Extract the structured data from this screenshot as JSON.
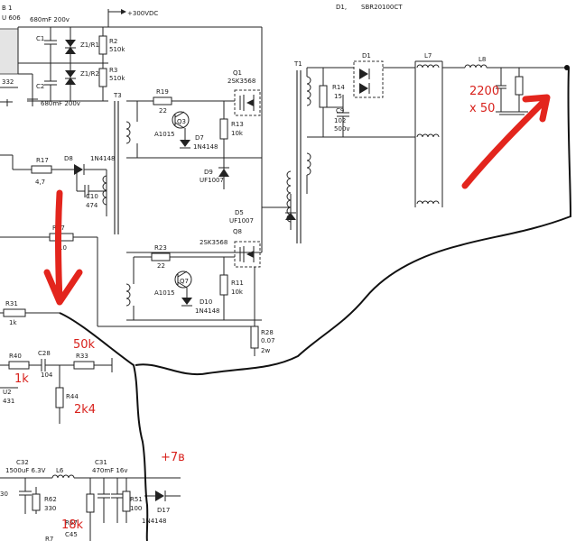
{
  "top_labels": {
    "b1": "B 1",
    "u606": "U 606",
    "v332": "332",
    "cap_680a": "680mF 200v",
    "cap_680b": "680mF 200v",
    "hv": "+300VDC",
    "d1_label": "D1,",
    "d1_part": "SBR20100CT"
  },
  "components": {
    "c1": "C1",
    "c2": "C2",
    "z1": "Z1/R1",
    "z2": "Z1/R2",
    "r2": "R2",
    "r2v": "510k",
    "r3": "R3",
    "r3v": "510k",
    "t3": "T3",
    "r19": "R19",
    "r19v": "22",
    "q3": "Q3",
    "a1015a": "A1015",
    "d7": "D7",
    "d7v": "1N4148",
    "q1": "Q1",
    "q1v": "2SK3568",
    "r13": "R13",
    "r13v": "10k",
    "d9": "D9",
    "d9v": "UF1007",
    "t1": "T1",
    "r14": "R14",
    "r14v": "15",
    "c9": "C9",
    "c9v": "102",
    "c9v2": "500v",
    "d1": "D1",
    "l7": "L7",
    "l8": "L8",
    "r17": "R17",
    "r17v": "4,7",
    "d8": "D8",
    "d8v": "1N4148",
    "c10": "C10",
    "c10v": "474",
    "r27": "R27",
    "r27v": "10",
    "d5": "D5",
    "d5v": "UF1007",
    "q8": "Q8",
    "q8v": "2SK3568",
    "r23": "R23",
    "r23v": "22",
    "q7": "Q7",
    "a1015b": "A1015",
    "r11": "R11",
    "r11v": "10k",
    "d10": "D10",
    "d10v": "1N4148",
    "r31": "R31",
    "r31v": "1k",
    "r28": "R28",
    "r28v": "0.07",
    "r28p": "2w",
    "r40": "R40",
    "c28": "C28",
    "c28v": "104",
    "r33": "R33",
    "u2": "U2",
    "u2v": "431",
    "r44": "R44",
    "c32": "C32",
    "c32v": "1500uF 6.3V",
    "l6": "L6",
    "c31": "C31",
    "c31v": "470mF 16v",
    "r62": "R62",
    "r62v": "330",
    "r67": "R67",
    "c45": "C45",
    "r51": "R51",
    "r51v": "100",
    "d17": "D17",
    "d17v": "1N4148",
    "left30": "30",
    "r7x": "R7"
  },
  "annotations": {
    "cap_count_a": "2200",
    "cap_count_b": "x 50",
    "r33_new": "50k",
    "r40_new": "1k",
    "r44_new": "2k4",
    "r67_new": "18k",
    "rail": "+7в"
  },
  "colors": {
    "annotation": "#e3251d",
    "wire": "#222222"
  }
}
